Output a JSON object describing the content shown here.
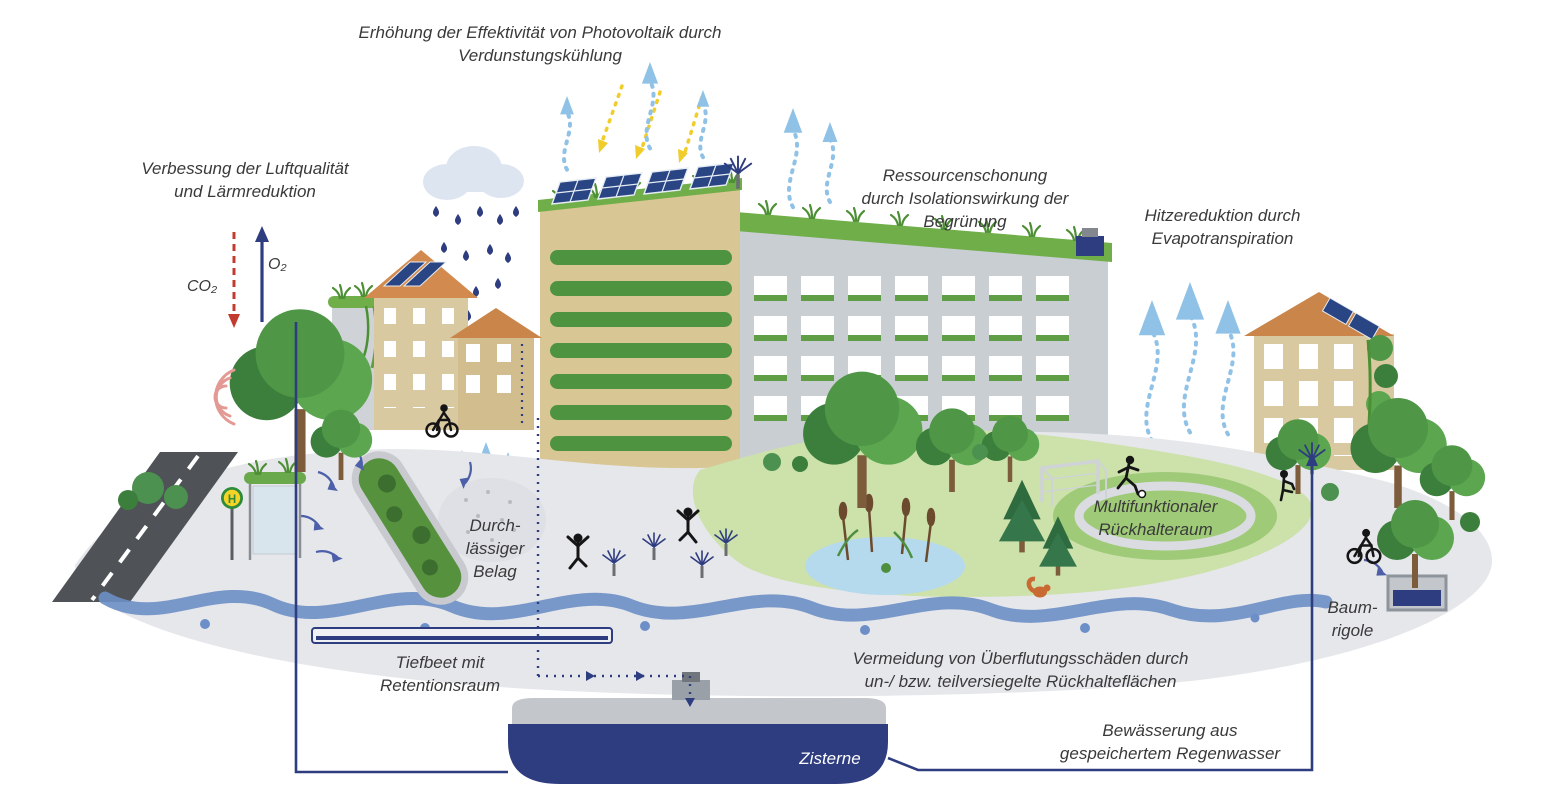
{
  "page": {
    "background": "#ffffff"
  },
  "labels": {
    "photovoltaics": {
      "line1": "Erhöhung der Effektivität von Photovoltaik durch",
      "line2": "Verdunstungskühlung"
    },
    "air_quality": {
      "line1": "Verbessung der Luftqualität",
      "line2": "und Lärmreduktion"
    },
    "co2": "CO₂",
    "o2": "O₂",
    "resources": {
      "line1": "Ressourcenschonung",
      "line2": "durch Isolationswirkung der",
      "line3": "Begrünung"
    },
    "heat_reduction": {
      "line1": "Hitzereduktion durch",
      "line2": "Evapotranspiration"
    },
    "permeable_paving": {
      "line1": "Durch-",
      "line2": "lässiger",
      "line3": "Belag"
    },
    "retention_area": {
      "line1": "Multifunktionaler",
      "line2": "Rückhalteraum"
    },
    "deep_bed": {
      "line1": "Tiefbeet mit",
      "line2": "Retentionsraum"
    },
    "flood_prevention": {
      "line1": "Vermeidung von Überflutungsschäden durch",
      "line2": "un-/ bzw. teilversiegelte Rückhalteflächen"
    },
    "cistern": "Zisterne",
    "tree_trench": {
      "line1": "Baum-",
      "line2": "rigole"
    },
    "irrigation": {
      "line1": "Bewässerung aus",
      "line2": "gespeichertem Regenwasser"
    },
    "bus_stop": "H"
  },
  "colors": {
    "navy": "#2e3c80",
    "water_blue": "#6d8fc7",
    "evaporation_blue": "#8fc2e6",
    "sun_yellow": "#f0cd2a",
    "co2_red": "#c23b2e",
    "green_dark": "#3c7f3d",
    "green_mid": "#4f9747",
    "lawn_green": "#cde1ab",
    "roof_green": "#6fae49",
    "facade_tan": "#d9c9a0",
    "roof_orange": "#d28a4e",
    "building_gray": "#c9ced3",
    "ground_gray": "#e6e7eb",
    "text_gray": "#3a3a3a"
  }
}
